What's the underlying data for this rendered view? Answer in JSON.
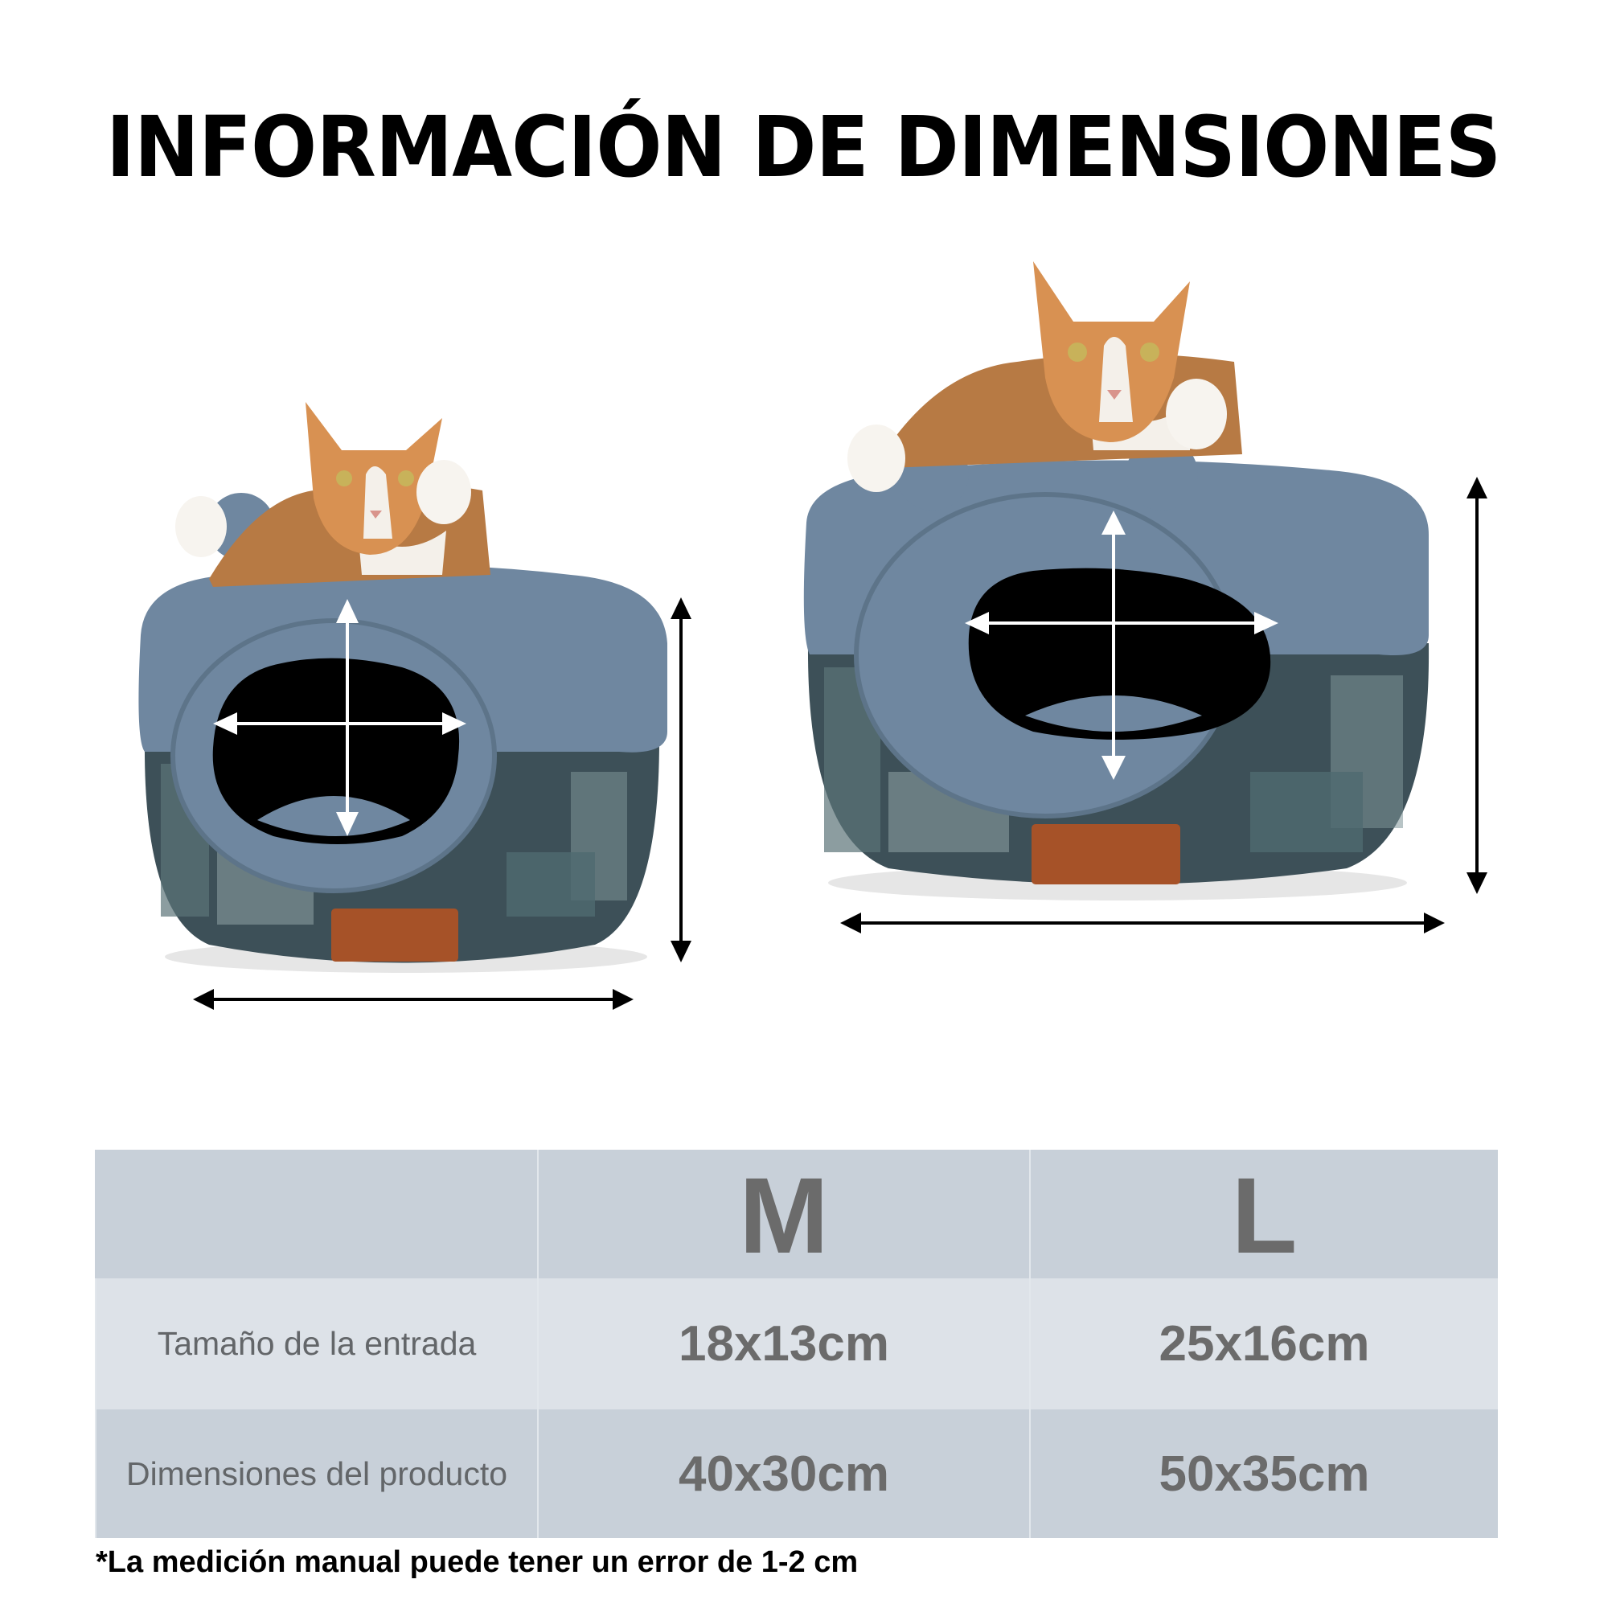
{
  "title": "INFORMACIÓN DE DIMENSIONES",
  "products": [
    {
      "size": "M",
      "description": "cat lying on top of blue sherpa cave bed (medium)"
    },
    {
      "size": "L",
      "description": "cat lying on top of blue sherpa cave bed (large)"
    }
  ],
  "colors": {
    "fleece": "#6f87a0",
    "base": "#3d5058",
    "patch": "#a65228",
    "table_header_bg": "#c8d0d9",
    "table_row_alt_bg": "#dde2e8",
    "table_text": "#6b6b6b"
  },
  "table": {
    "headers": [
      "",
      "M",
      "L"
    ],
    "rows": [
      {
        "label": "Tamaño de la entrada",
        "values": [
          "18x13cm",
          "25x16cm"
        ]
      },
      {
        "label": "Dimensiones del producto",
        "values": [
          "40x30cm",
          "50x35cm"
        ]
      }
    ]
  },
  "footnote": "*La medición manual puede tener un error de 1-2 cm"
}
